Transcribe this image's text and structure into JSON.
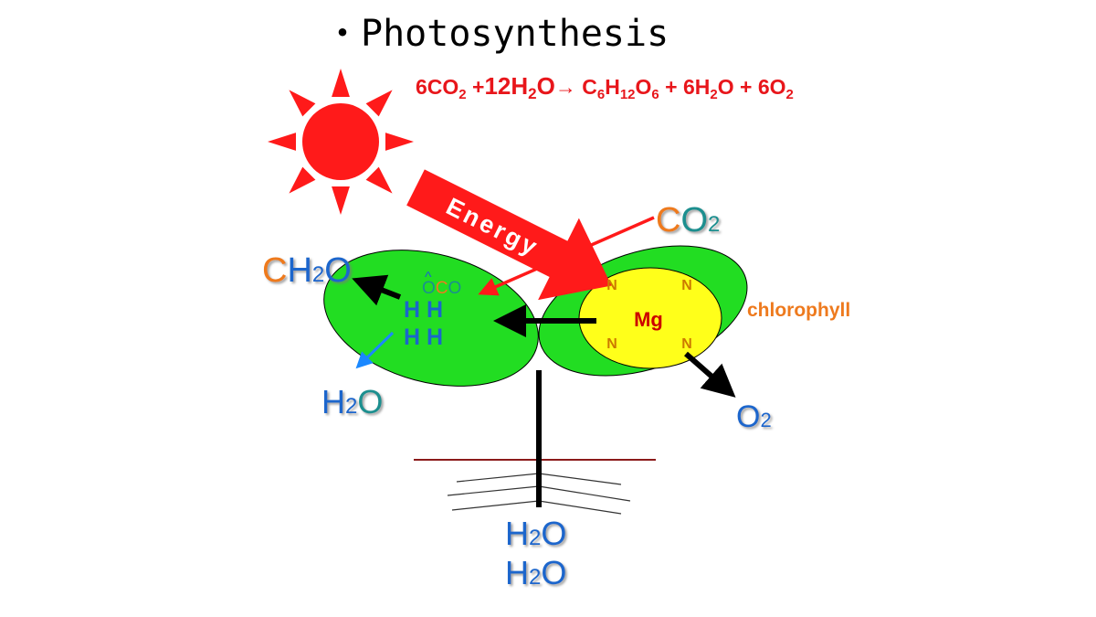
{
  "title": {
    "bullet": "・",
    "text": "Photosynthesis"
  },
  "equation": {
    "p1": "6CO",
    "s1": "2",
    "p2": " +",
    "p3": "12H",
    "s2": "2",
    "p4": "O",
    "p5": "→ C",
    "s3": "6",
    "p6": "H",
    "s4": "12",
    "p7": "O",
    "s5": "6",
    "p8": " + 6H",
    "s6": "2",
    "p9": "O + 6O",
    "s7": "2"
  },
  "energy_label": "Energy",
  "co2_in": {
    "c": "C",
    "o": "O",
    "sub": "2"
  },
  "ch2o": {
    "c": "C",
    "h": "H",
    "sub": "2",
    "o": "O"
  },
  "leaf_co2": {
    "o1": "O",
    "c": "C",
    "o2": "O"
  },
  "caret": "^",
  "hh_row1": "H H",
  "hh_row2": "H H",
  "h2o_leaf": {
    "h": "H",
    "sub": "2",
    "o": "O"
  },
  "mg": "Mg",
  "nitrogen": [
    "N",
    "N",
    "N",
    "N"
  ],
  "chlorophyll_label": "chlorophyll",
  "o2_out": {
    "o": "O",
    "sub": "2"
  },
  "root_water": [
    {
      "h": "H",
      "sub": "2",
      "o": "O"
    },
    {
      "h": "H",
      "sub": "2",
      "o": "O"
    }
  ],
  "colors": {
    "red": "#ff1a1a",
    "equation_red": "#e8161b",
    "leaf_green": "#22dd22",
    "chlorophyll_yellow": "#ffff1a",
    "blue": "#1a66cc",
    "teal": "#1a8f8f",
    "orange": "#ee7a1e",
    "mg_red": "#cc0000",
    "n_orange": "#cc7a00",
    "soil": "#8b1a1a"
  }
}
